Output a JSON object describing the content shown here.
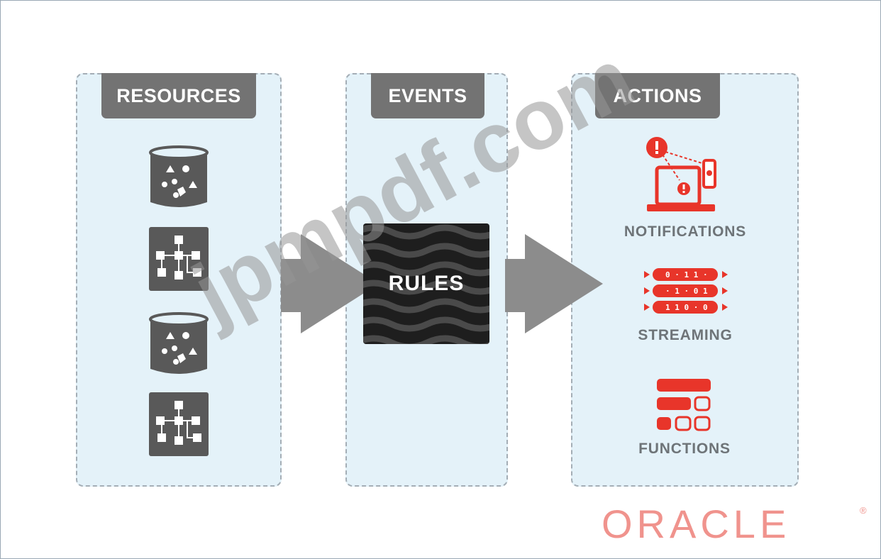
{
  "panels": {
    "resources": {
      "title": "RESOURCES"
    },
    "events": {
      "title": "EVENTS",
      "rules_label": "RULES"
    },
    "actions": {
      "title": "ACTIONS",
      "items": [
        {
          "label": "NOTIFICATIONS",
          "icon": "notifications-icon"
        },
        {
          "label": "STREAMING",
          "icon": "streaming-icon"
        },
        {
          "label": "FUNCTIONS",
          "icon": "functions-icon"
        }
      ]
    }
  },
  "streaming_bits": [
    "0 · 1 1 ·",
    "· 1 · 0 1",
    "1 1 0 · 0"
  ],
  "watermark": "jpmpdf.com",
  "logo": {
    "text": "ORACLE",
    "mark": "®"
  },
  "colors": {
    "panel_bg": "#e4f2f9",
    "header_bg": "#737373",
    "icon_gray": "#595959",
    "accent_red": "#e8352a",
    "logo_pink": "#f0938d"
  }
}
